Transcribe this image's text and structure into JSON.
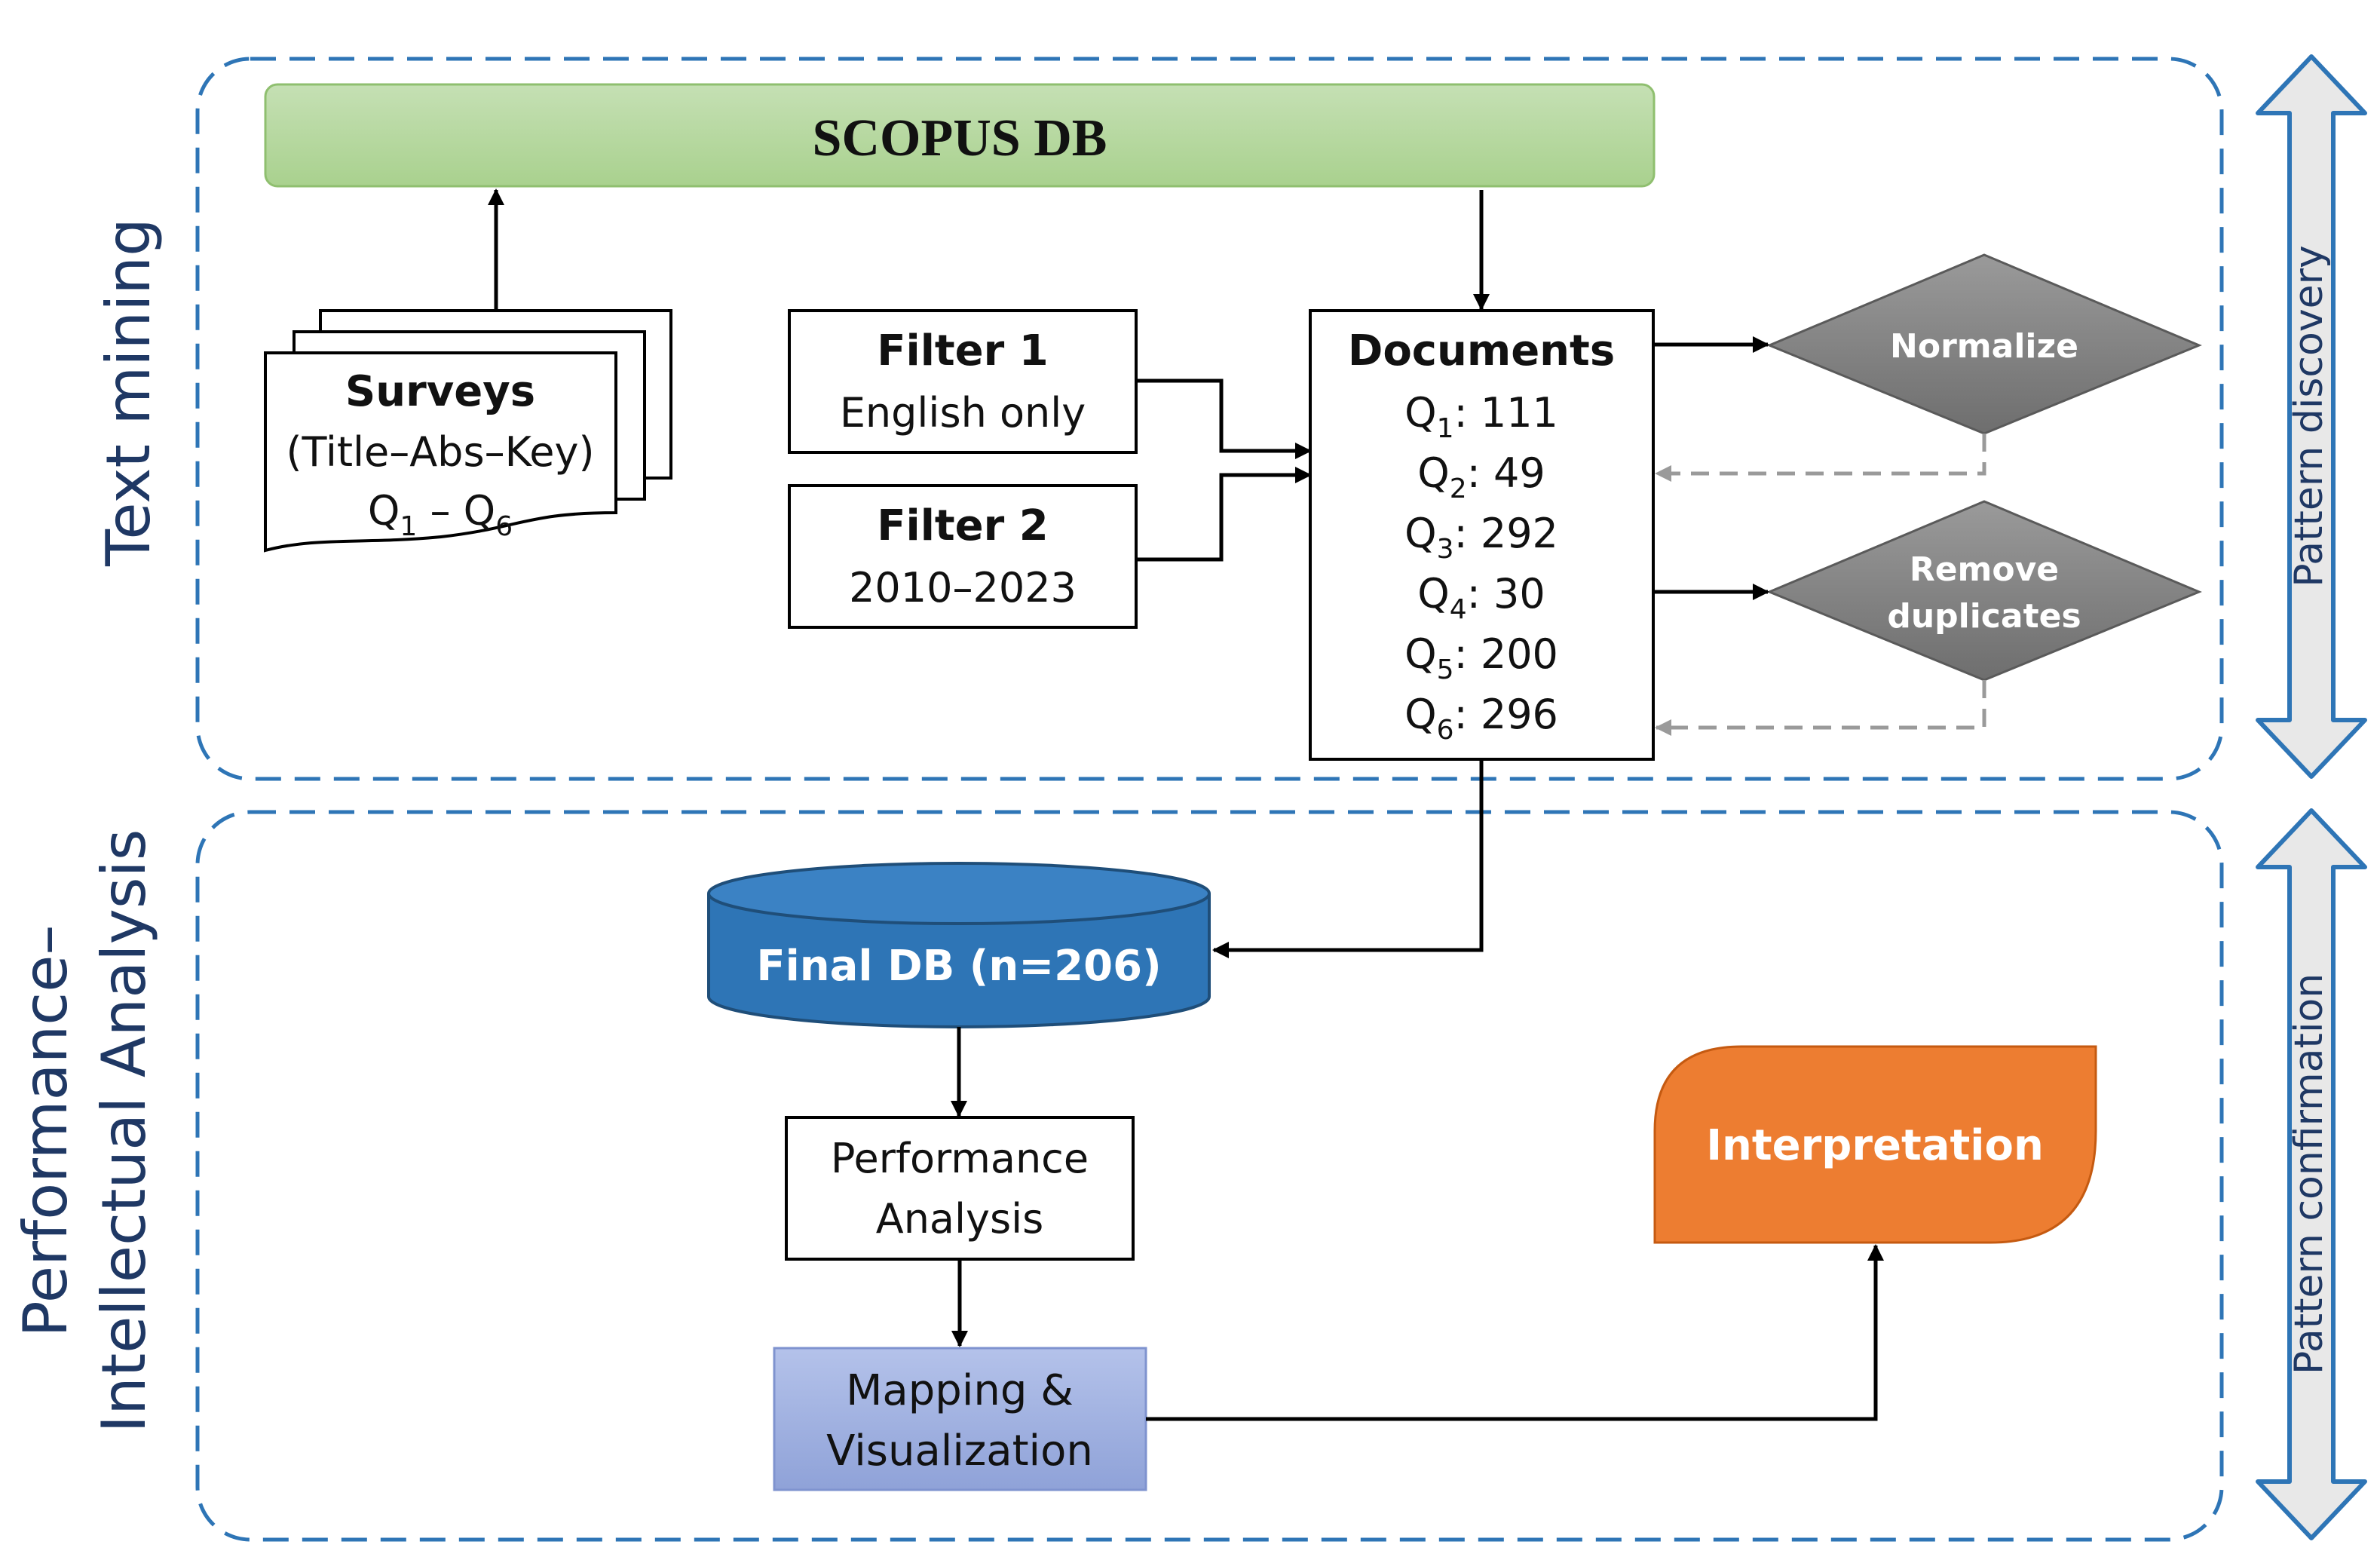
{
  "sections": {
    "text_mining": "Text mining",
    "performance_line1": "Performance–",
    "performance_line2": "Intellectual Analysis"
  },
  "side_arrows": {
    "top": "Pattern discovery",
    "bottom": "Pattern confirmation"
  },
  "scopus": "SCOPUS DB",
  "surveys": {
    "title": "Surveys",
    "line2": "(Title–Abs–Key)",
    "range": {
      "q_start": "Q",
      "sub_start": "1",
      "dash": " – ",
      "q_end": "Q",
      "sub_end": "6"
    }
  },
  "filters": [
    {
      "title": "Filter 1",
      "detail": "English only"
    },
    {
      "title": "Filter 2",
      "detail": "2010–2023"
    }
  ],
  "documents": {
    "title": "Documents",
    "rows": [
      {
        "q": "Q",
        "sub": "1",
        "value": ": 111"
      },
      {
        "q": "Q",
        "sub": "2",
        "value": ":   49"
      },
      {
        "q": "Q",
        "sub": "3",
        "value": ": 292"
      },
      {
        "q": "Q",
        "sub": "4",
        "value": ":   30"
      },
      {
        "q": "Q",
        "sub": "5",
        "value": ": 200"
      },
      {
        "q": "Q",
        "sub": "6",
        "value": ": 296"
      }
    ]
  },
  "steps": {
    "normalize": "Normalize",
    "remove_line1": "Remove",
    "remove_line2": "duplicates",
    "final_db": "Final DB (n=206)",
    "perf_line1": "Performance",
    "perf_line2": "Analysis",
    "map_line1": "Mapping &",
    "map_line2": "Visualization",
    "interpretation": "Interpretation"
  },
  "colors": {
    "dashed_border": "#2e75b6",
    "section_label": "#1f3864",
    "scopus_fill": "#a9d18e",
    "diamond_fill": "#808080",
    "final_db_fill": "#2e75b6",
    "mapping_fill": "#9fb0e0",
    "interpretation_fill": "#ed7d31",
    "side_arrow_fill": "#e8e8e8",
    "side_arrow_stroke": "#2e75b6"
  }
}
